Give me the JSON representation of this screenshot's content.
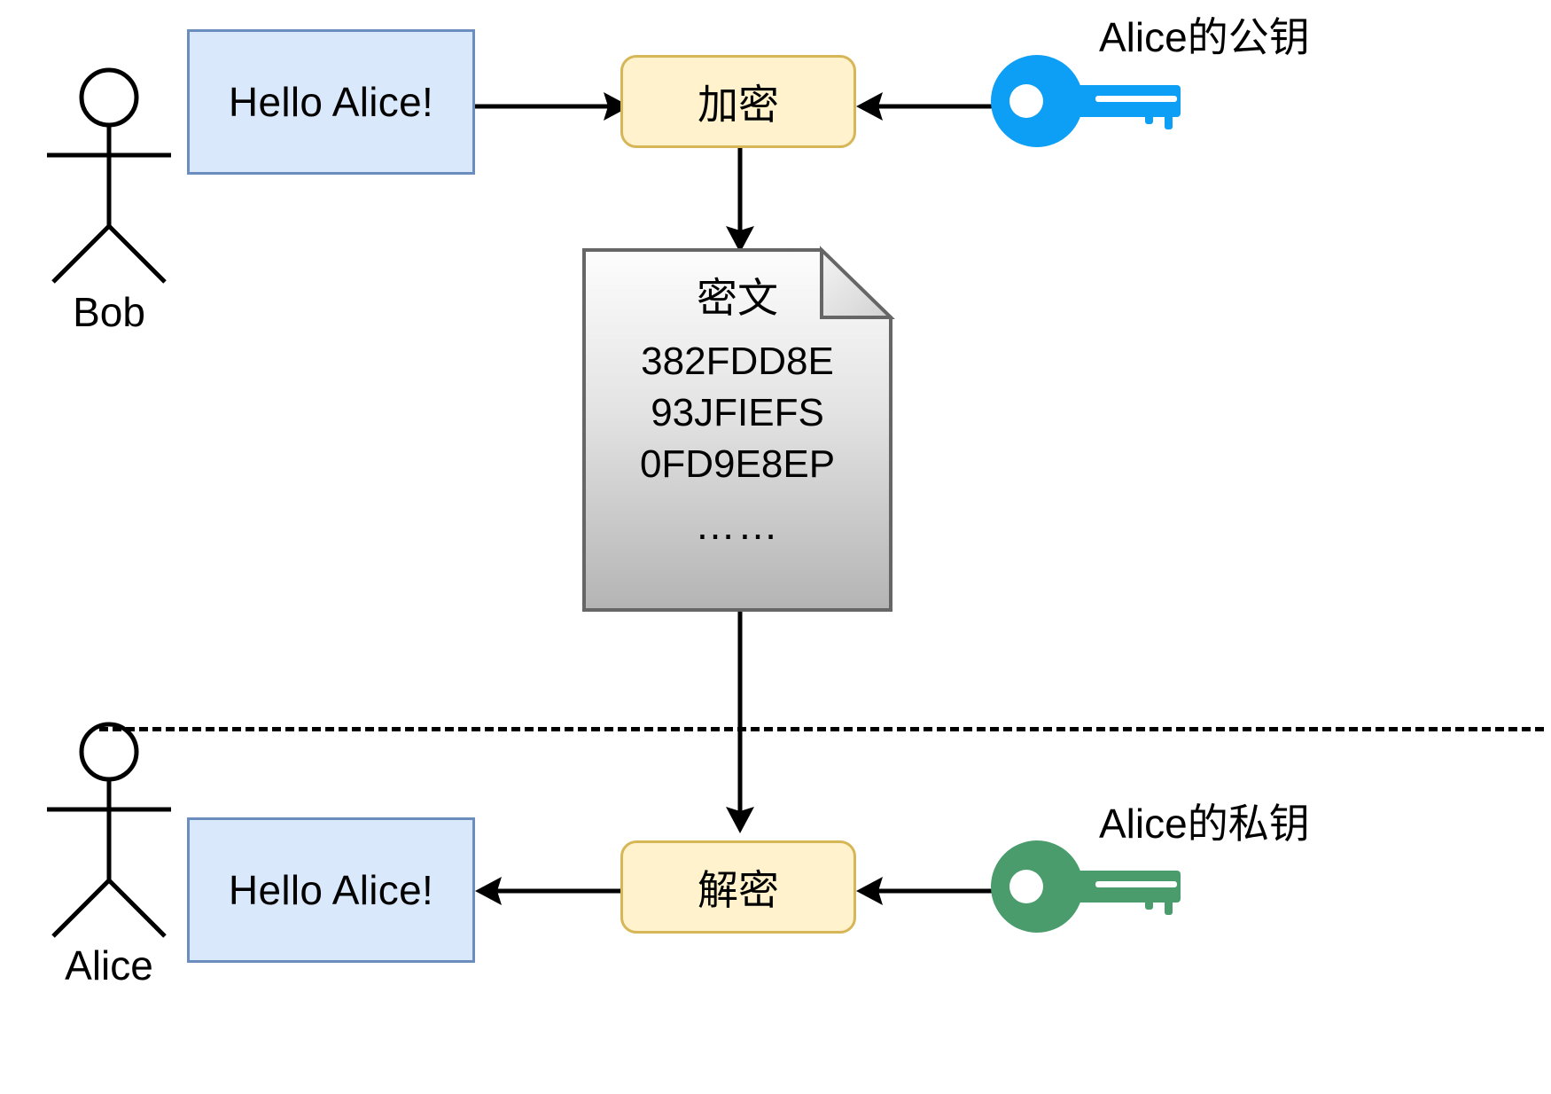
{
  "diagram": {
    "title": "Asymmetric encryption flow",
    "colors": {
      "message_fill": "#dae8fc",
      "message_stroke": "#6c8ebf",
      "process_fill": "#fff2cc",
      "process_stroke": "#d6b656",
      "public_key": "#0d9ef5",
      "private_key": "#4a9c6d",
      "stroke": "#000000",
      "document_top": "#fdfdfd",
      "document_bottom": "#b4b4b4",
      "document_border": "#666666"
    }
  },
  "top_section": {
    "actor": {
      "name": "Bob",
      "label": "Bob"
    },
    "message_box": {
      "label": "Hello Alice!"
    },
    "process_box": {
      "label": "加密"
    },
    "key": {
      "label": "Alice的公钥",
      "type": "public-key",
      "color": "#0d9ef5"
    }
  },
  "ciphertext": {
    "title": "密文",
    "lines": [
      "382FDD8E",
      "93JFIEFS",
      "0FD9E8EP"
    ],
    "ellipsis": "……"
  },
  "bottom_section": {
    "actor": {
      "name": "Alice",
      "label": "Alice"
    },
    "message_box": {
      "label": "Hello Alice!"
    },
    "process_box": {
      "label": "解密"
    },
    "key": {
      "label": "Alice的私钥",
      "type": "private-key",
      "color": "#4a9c6d"
    }
  }
}
